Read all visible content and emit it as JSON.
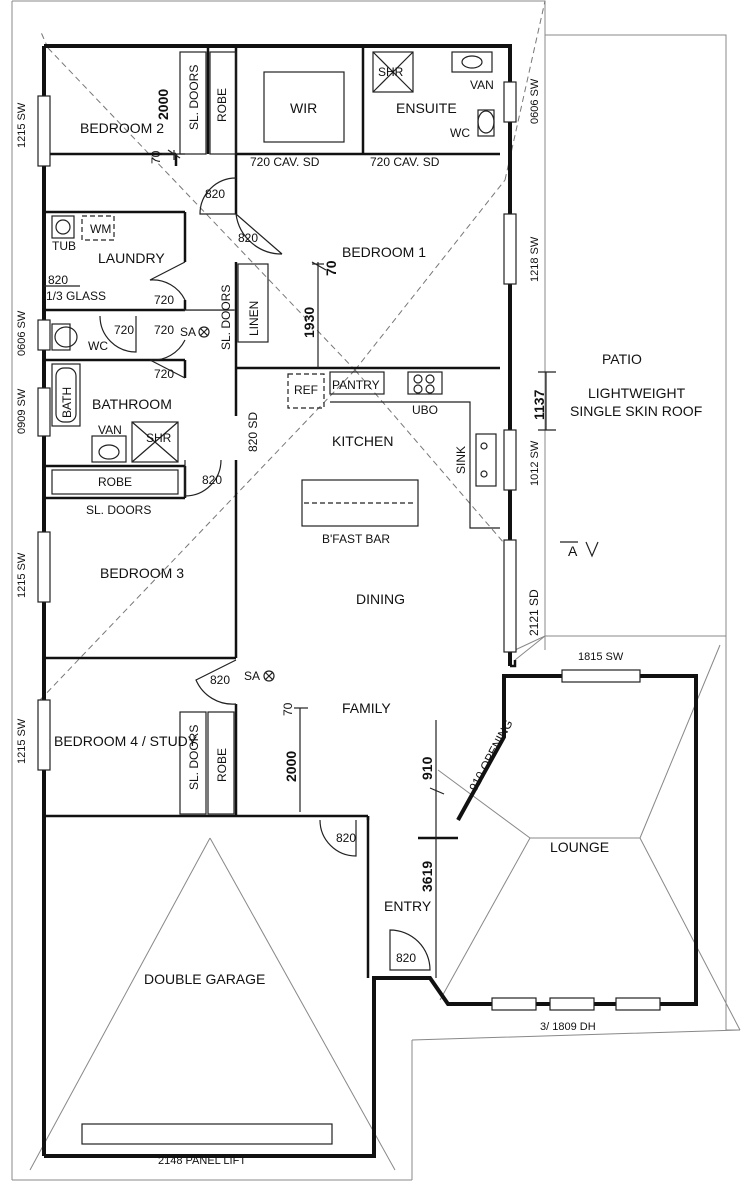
{
  "rooms": {
    "bedroom2": "BEDROOM 2",
    "wir": "WIR",
    "ensuite": "ENSUITE",
    "shr_ensuite": "SHR",
    "van_ensuite": "VAN",
    "wc_ensuite": "WC",
    "laundry": "LAUNDRY",
    "tub": "TUB",
    "wm": "WM",
    "bedroom1": "BEDROOM 1",
    "wc": "WC",
    "bathroom": "BATHROOM",
    "bath": "BATH",
    "van_bath": "VAN",
    "shr_bath": "SHR",
    "robe_bed3": "ROBE",
    "bedroom3": "BEDROOM 3",
    "kitchen": "KITCHEN",
    "pantry": "PANTRY",
    "ref": "REF",
    "ubo": "UBO",
    "sink": "SINK",
    "bfast_bar": "B'FAST BAR",
    "dining": "DINING",
    "family": "FAMILY",
    "bedroom4": "BEDROOM 4 / STUDY",
    "robe_bed4": "ROBE",
    "lounge": "LOUNGE",
    "entry": "ENTRY",
    "garage": "DOUBLE GARAGE",
    "patio": "PATIO",
    "patio_roof_1": "LIGHTWEIGHT",
    "patio_roof_2": "SINGLE SKIN ROOF",
    "linen": "LINEN",
    "robe_bed2": "ROBE",
    "sl_doors_bed2": "SL. DOORS",
    "sl_doors_hall": "SL. DOORS",
    "sl_doors_bed3": "SL. DOORS",
    "sl_doors_bed4": "SL. DOORS",
    "sa_1": "SA",
    "sa_2": "SA"
  },
  "doors": {
    "d_cav_1": "720 CAV. SD",
    "d_cav_2": "720 CAV. SD",
    "d_820_bed2": "820",
    "d_820_bed1": "820",
    "d_720_laundry": "720",
    "d_820_glass_1": "820",
    "d_820_glass_2": "1/3 GLASS",
    "d_720_wc_hall": "720",
    "d_720_wc": "720",
    "d_720_bath": "720",
    "d_820sd": "820 SD",
    "d_820_bed3": "820",
    "d_820_bed4": "820",
    "d_820_entry_top": "820",
    "d_820_entry": "820",
    "opening_910": "910 OPENING",
    "d_2121sd": "2121 SD"
  },
  "windows": {
    "w_1215_top": "1215 SW",
    "w_0606_left": "0606 SW",
    "w_0909": "0909 SW",
    "w_1215_mid": "1215 SW",
    "w_1215_bot": "1215 SW",
    "w_0606_right": "0606 SW",
    "w_1218": "1218 SW",
    "w_1012": "1012 SW",
    "w_1815": "1815 SW",
    "w_dh": "3/ 1809 DH",
    "garage_door": "2148 PANEL LIFT"
  },
  "dimensions": {
    "dim_2000_top": "2000",
    "dim_70_top": "70",
    "dim_70_bed1": "70",
    "dim_1930": "1930",
    "dim_1137": "1137",
    "dim_70_family": "70",
    "dim_2000_family": "2000",
    "dim_910": "910",
    "dim_3619": "3619"
  },
  "section_marker": "A"
}
